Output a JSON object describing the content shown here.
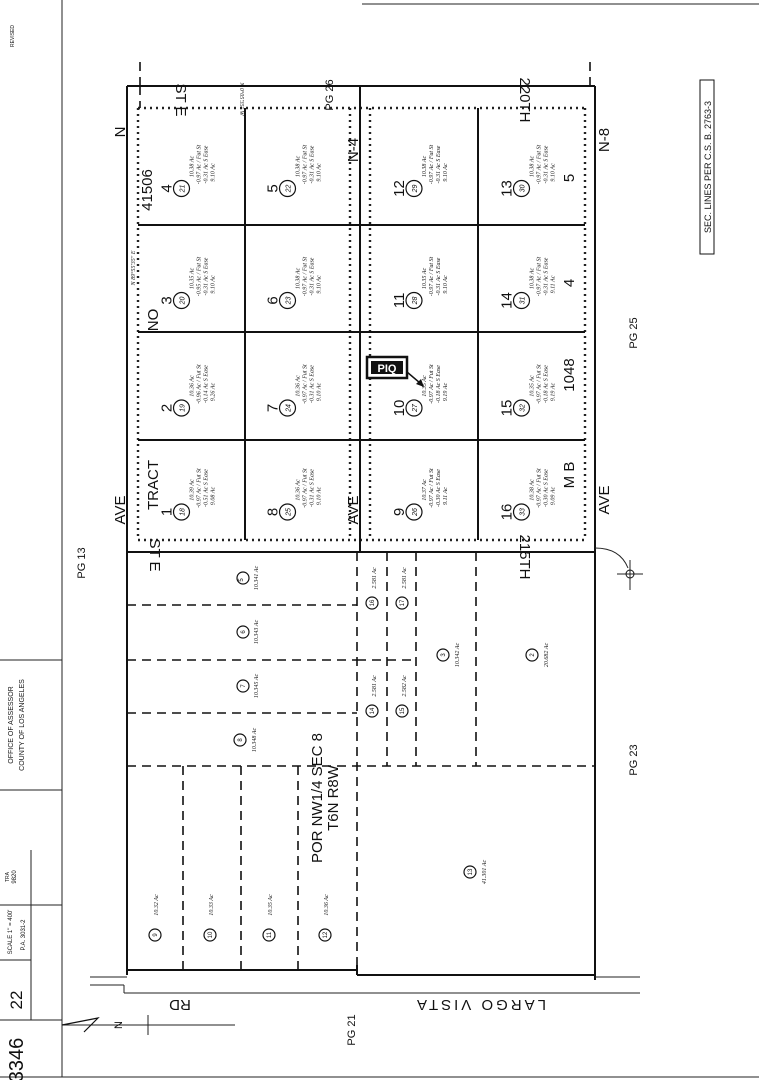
{
  "title_block": {
    "map_number": "3346",
    "page": "22",
    "scale": "SCALE 1\" = 400'",
    "pa": "P.A. 3031-2",
    "tra_label": "TRA",
    "tra": "9820",
    "office": "OFFICE OF ASSESSOR",
    "county": "COUNTY OF LOS ANGELES"
  },
  "revised": "REVISED",
  "section_note": "SEC. LINES PER C.S. B. 2763-3",
  "page_refs": {
    "top": "PG 26",
    "right": "PG 25",
    "lower_right": "PG 23",
    "bottom": "PG 21",
    "left": "PG 13"
  },
  "streets": {
    "st_e_top": "ST E",
    "st_e_mid": "ST E",
    "st_220": "220TH",
    "st_215": "215TH",
    "ave_n": "N",
    "ave_left": "AVE",
    "ave_mid": "AVE",
    "ave_n4": "N-4",
    "ave_right": "AVE",
    "ave_n8": "N-8",
    "largo_vista": "LARGO VISTA",
    "rd": "RD"
  },
  "tract": {
    "label_tract": "TRACT",
    "label_no": "NO",
    "number": "41506",
    "mb": "M B",
    "mb_number": "1048",
    "block_1": "1",
    "block_4": "4",
    "block_5": "5"
  },
  "por_label": {
    "line1": "POR NW1/4 SEC 8",
    "line2": "T6N R8W"
  },
  "piq": "PIQ",
  "north_arrow": "N",
  "bearing_top": "N 0°05'35\" W",
  "bearing_left": "N 89°55'35\" E",
  "tract_lots": [
    {
      "lot": "4",
      "parcel": "21",
      "area": "10.38 Ac",
      "deduct": "-0.97 Ac / Fut St",
      "slope": "-0.31 Ac S Ease",
      "net": "9.10 Ac"
    },
    {
      "lot": "3",
      "parcel": "20",
      "area": "10.35 Ac",
      "deduct": "-0.95 Ac / Fut St",
      "slope": "-0.31 Ac S Ease",
      "net": "9.10 Ac"
    },
    {
      "lot": "2",
      "parcel": "19",
      "area": "10.36 Ac",
      "deduct": "-0.96 Ac / Fut St",
      "slope": "-0.14 Ac S Ease",
      "net": "9.26 Ac"
    },
    {
      "lot": "1",
      "parcel": "18",
      "area": "10.39 Ac",
      "deduct": "-0.97 Ac / Fut St",
      "slope": "-0.51 Ac S Ease",
      "net": "9.08 Ac"
    },
    {
      "lot": "5",
      "parcel": "22",
      "area": "10.38 Ac",
      "deduct": "-0.97 Ac / Fut St",
      "slope": "-0.31 Ac S Ease",
      "net": "9.10 Ac"
    },
    {
      "lot": "6",
      "parcel": "23",
      "area": "10.38 Ac",
      "deduct": "-0.97 Ac / Fut St",
      "slope": "-0.31 Ac S Ease",
      "net": "9.10 Ac"
    },
    {
      "lot": "7",
      "parcel": "24",
      "area": "10.36 Ac",
      "deduct": "-0.97 Ac / Fut St",
      "slope": "-0.31 Ac S Ease",
      "net": "9.10 Ac"
    },
    {
      "lot": "8",
      "parcel": "25",
      "area": "10.36 Ac",
      "deduct": "-0.97 Ac / Fut St",
      "slope": "-0.31 Ac S Ease",
      "net": "9.10 Ac"
    },
    {
      "lot": "12",
      "parcel": "29",
      "area": "10.38 Ac",
      "deduct": "-0.97 Ac / Fut St",
      "slope": "-0.31 Ac S Ease",
      "net": "9.10 Ac"
    },
    {
      "lot": "11",
      "parcel": "28",
      "area": "10.35 Ac",
      "deduct": "-0.97 Ac / Fut St",
      "slope": "-0.31 Ac S Ease",
      "net": "9.10 Ac"
    },
    {
      "lot": "10",
      "parcel": "27",
      "area": "10.35 Ac",
      "deduct": "-0.97 Ac / Fut St",
      "slope": "-0.18 Ac S Ease",
      "net": "9.19 Ac"
    },
    {
      "lot": "9",
      "parcel": "26",
      "area": "10.37 Ac",
      "deduct": "-0.97 Ac / Fut St",
      "slope": "-0.30 Ac S Ease",
      "net": "9.11 Ac"
    },
    {
      "lot": "13",
      "parcel": "30",
      "area": "10.38 Ac",
      "deduct": "-0.97 Ac / Fut St",
      "slope": "-0.31 Ac S Ease",
      "net": "9.10 Ac"
    },
    {
      "lot": "14",
      "parcel": "31",
      "area": "10.38 Ac",
      "deduct": "-0.97 Ac / Fut St",
      "slope": "-0.31 Ac S Ease",
      "net": "9.11 Ac"
    },
    {
      "lot": "15",
      "parcel": "32",
      "area": "10.35 Ac",
      "deduct": "-0.97 Ac / Fut St",
      "slope": "-0.18 Ac S Ease",
      "net": "9.19 Ac"
    },
    {
      "lot": "16",
      "parcel": "33",
      "area": "10.38 Ac",
      "deduct": "-0.97 Ac / Fut St",
      "slope": "-0.30 Ac S Ease",
      "net": "9.09 Ac"
    }
  ],
  "parcels": {
    "p5": {
      "id": "5",
      "area": "10.341 Ac"
    },
    "p6": {
      "id": "6",
      "area": "10.343 Ac"
    },
    "p7": {
      "id": "7",
      "area": "10.345 Ac"
    },
    "p8": {
      "id": "8",
      "area": "10.348 Ac"
    },
    "p9": {
      "id": "9",
      "area": "10.32 Ac"
    },
    "p10": {
      "id": "10",
      "area": "10.33 Ac"
    },
    "p11": {
      "id": "11",
      "area": "10.35 Ac"
    },
    "p12": {
      "id": "12",
      "area": "10.36 Ac"
    },
    "p16": {
      "id": "16",
      "area": "2.581 Ac"
    },
    "p17": {
      "id": "17",
      "area": "2.581 Ac"
    },
    "p14": {
      "id": "14",
      "area": "2.581 Ac"
    },
    "p15": {
      "id": "15",
      "area": "2.582 Ac"
    },
    "p3": {
      "id": "3",
      "area": "10.342 Ac"
    },
    "p2": {
      "id": "2",
      "area": "20.682 Ac"
    },
    "p13": {
      "id": "13",
      "area": "41.301 Ac"
    }
  }
}
